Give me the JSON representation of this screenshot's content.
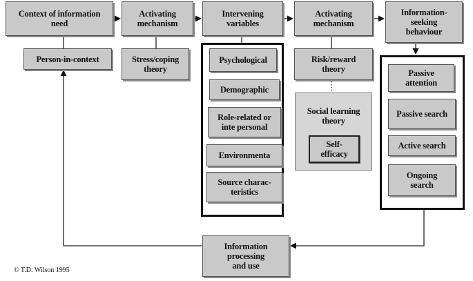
{
  "diagram": {
    "top_row": {
      "context": "Context of information\nneed",
      "activating1": "Activating\nmechanism",
      "intervening": "Intervening\nvariables",
      "activating2": "Activating\nmechanism",
      "seeking": "Information-\nseeking\nbehaviour"
    },
    "theories": {
      "person_in_context": "Person-in-context",
      "stress_coping": "Stress/coping\ntheory",
      "risk_reward": "Risk/reward\ntheory",
      "social_learning": "Social learning\ntheory",
      "self_efficacy": "Self-\nefficacy"
    },
    "variables": [
      "Psychological",
      "Demographic",
      "Role-related or\ninte personal",
      "Environmenta",
      "Source charac-\nteristics"
    ],
    "behaviours": [
      "Passive\nattention",
      "Passive search",
      "Active search",
      "Ongoing\nsearch"
    ],
    "processing": "Information\nprocessing\nand use",
    "copyright": "© T.D. Wilson 1995"
  }
}
